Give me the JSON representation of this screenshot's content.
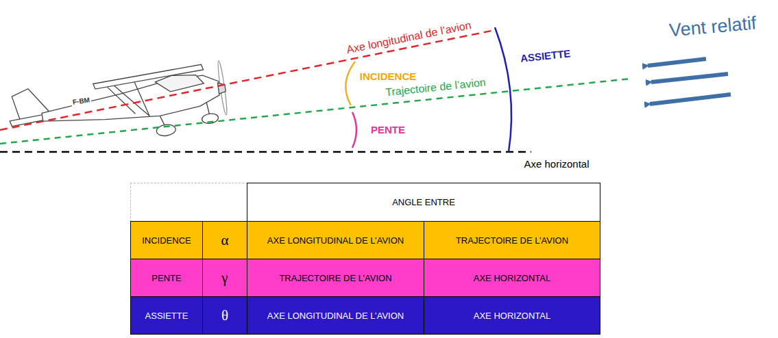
{
  "diagram": {
    "labels": [
      "Axe longitudinal de l’avion",
      "INCIDENCE",
      "Trajectoire de l’avion",
      "PENTE",
      "ASSIETTE",
      "Axe horizontal",
      "Vent relatif",
      "F-BM",
      "ANGLE ENTRE",
      "INCIDENCE",
      "α",
      "AXE LONGITUDINAL DE L’AVION",
      "TRAJECTOIRE DE L’AVION",
      "PENTE",
      "γ",
      "TRAJECTOIRE DE L’AVION",
      "AXE HORIZONTAL",
      "ASSIETTE",
      "θ",
      "AXE LONGITUDINAL DE L’AVION",
      "AXE HORIZONTAL"
    ]
  }
}
